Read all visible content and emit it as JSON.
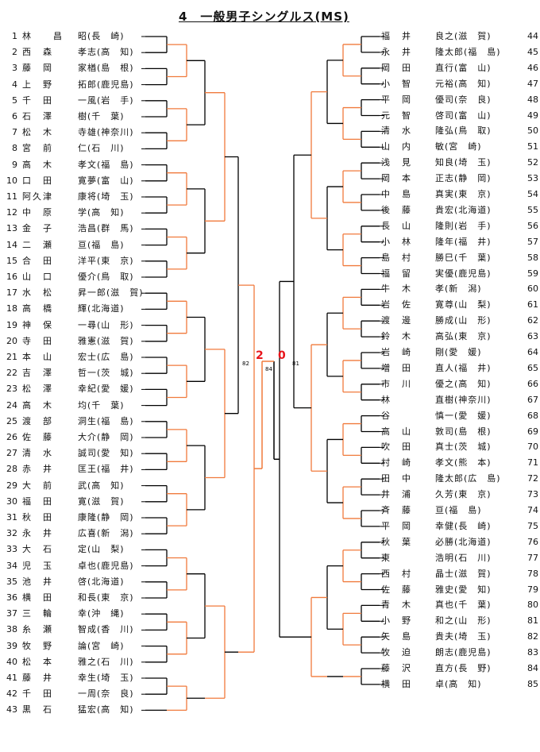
{
  "title": "4　一般男子シングルス(MS)",
  "left_players": [
    {
      "no": "1",
      "name": "林　　昌",
      "pref": "昭(長　崎)"
    },
    {
      "no": "2",
      "name": "西　森",
      "pref": "孝志(高　知)"
    },
    {
      "no": "3",
      "name": "藤　岡",
      "pref": "家楢(島　根)"
    },
    {
      "no": "4",
      "name": "上　野",
      "pref": "拓郎(鹿児島)"
    },
    {
      "no": "5",
      "name": "千　田",
      "pref": "一風(岩　手)"
    },
    {
      "no": "6",
      "name": "石　澤",
      "pref": "樹(千　葉)"
    },
    {
      "no": "7",
      "name": "松　木",
      "pref": "寺雄(神奈川)"
    },
    {
      "no": "8",
      "name": "宮　前",
      "pref": "仁(石　川)"
    },
    {
      "no": "9",
      "name": "高　木",
      "pref": "孝文(福　島)"
    },
    {
      "no": "10",
      "name": "口　田",
      "pref": "寛夢(富　山)"
    },
    {
      "no": "11",
      "name": "阿久津",
      "pref": "康将(埼　玉)"
    },
    {
      "no": "12",
      "name": "中　原",
      "pref": "学(高　知)"
    },
    {
      "no": "13",
      "name": "金　子",
      "pref": "浩昌(群　馬)"
    },
    {
      "no": "14",
      "name": "二　瀬",
      "pref": "亘(福　島)"
    },
    {
      "no": "15",
      "name": "合　田",
      "pref": "洋平(東　京)"
    },
    {
      "no": "16",
      "name": "山　口",
      "pref": "優介(鳥　取)"
    },
    {
      "no": "17",
      "name": "水　松",
      "pref": "昇一郎(滋　賀)"
    },
    {
      "no": "18",
      "name": "高　橋",
      "pref": "輝(北海道)"
    },
    {
      "no": "19",
      "name": "神　保",
      "pref": "一尋(山　形)"
    },
    {
      "no": "20",
      "name": "寺　田",
      "pref": "雅憲(滋　賀)"
    },
    {
      "no": "21",
      "name": "本　山",
      "pref": "宏士(広　島)"
    },
    {
      "no": "22",
      "name": "吉　澤",
      "pref": "哲一(茨　城)"
    },
    {
      "no": "23",
      "name": "松　澤",
      "pref": "幸紀(愛　媛)"
    },
    {
      "no": "24",
      "name": "高　木",
      "pref": "均(千　葉)"
    },
    {
      "no": "25",
      "name": "渡　部",
      "pref": "洞生(福　島)"
    },
    {
      "no": "26",
      "name": "佐　藤",
      "pref": "大介(静　岡)"
    },
    {
      "no": "27",
      "name": "清　水",
      "pref": "誠司(愛　知)"
    },
    {
      "no": "28",
      "name": "赤　井",
      "pref": "匡王(福　井)"
    },
    {
      "no": "29",
      "name": "大　前",
      "pref": "武(高　知)"
    },
    {
      "no": "30",
      "name": "福　田",
      "pref": "寛(滋　賀)"
    },
    {
      "no": "31",
      "name": "秋　田",
      "pref": "康隆(静　岡)"
    },
    {
      "no": "32",
      "name": "永　井",
      "pref": "広喜(新　潟)"
    },
    {
      "no": "33",
      "name": "大　石",
      "pref": "定(山　梨)"
    },
    {
      "no": "34",
      "name": "児　玉",
      "pref": "卓也(鹿児島)"
    },
    {
      "no": "35",
      "name": "池　井",
      "pref": "啓(北海道)"
    },
    {
      "no": "36",
      "name": "横　田",
      "pref": "和長(東　京)"
    },
    {
      "no": "37",
      "name": "三　輪",
      "pref": "幸(沖　縄)"
    },
    {
      "no": "38",
      "name": "糸　瀬",
      "pref": "智成(香　川)"
    },
    {
      "no": "39",
      "name": "牧　野",
      "pref": "論(宮　崎)"
    },
    {
      "no": "40",
      "name": "松　本",
      "pref": "雅之(石　川)"
    },
    {
      "no": "41",
      "name": "藤　井",
      "pref": "幸生(埼　玉)"
    },
    {
      "no": "42",
      "name": "千　田",
      "pref": "一周(奈　良)"
    },
    {
      "no": "43",
      "name": "黒　石",
      "pref": "猛宏(高　知)"
    }
  ],
  "right_players": [
    {
      "no": "44",
      "name": "福　井",
      "pref": "良之(滋　賀)"
    },
    {
      "no": "45",
      "name": "永　井",
      "pref": "隆太郎(福　島)"
    },
    {
      "no": "46",
      "name": "岡　田",
      "pref": "直行(富　山)"
    },
    {
      "no": "47",
      "name": "小　智",
      "pref": "元裕(高　知)"
    },
    {
      "no": "48",
      "name": "平　岡",
      "pref": "優司(奈　良)"
    },
    {
      "no": "49",
      "name": "元　智",
      "pref": "啓司(富　山)"
    },
    {
      "no": "50",
      "name": "清　水",
      "pref": "隆弘(鳥　取)"
    },
    {
      "no": "51",
      "name": "山　内",
      "pref": "敏(宮　崎)"
    },
    {
      "no": "52",
      "name": "浅　見",
      "pref": "知良(埼　玉)"
    },
    {
      "no": "53",
      "name": "岡　本",
      "pref": "正志(静　岡)"
    },
    {
      "no": "54",
      "name": "中　島",
      "pref": "真実(東　京)"
    },
    {
      "no": "55",
      "name": "後　藤",
      "pref": "貴宏(北海道)"
    },
    {
      "no": "56",
      "name": "長　山",
      "pref": "隆則(岩　手)"
    },
    {
      "no": "57",
      "name": "小　林",
      "pref": "隆年(福　井)"
    },
    {
      "no": "58",
      "name": "島　村",
      "pref": "勝巳(千　葉)"
    },
    {
      "no": "59",
      "name": "福　留",
      "pref": "実優(鹿児島)"
    },
    {
      "no": "60",
      "name": "牛　木",
      "pref": "孝(新　潟)"
    },
    {
      "no": "61",
      "name": "岩　佐",
      "pref": "寛尊(山　梨)"
    },
    {
      "no": "62",
      "name": "渡　邊",
      "pref": "勝成(山　形)"
    },
    {
      "no": "63",
      "name": "鈴　木",
      "pref": "高弘(東　京)"
    },
    {
      "no": "64",
      "name": "岩　崎",
      "pref": "剛(愛　媛)"
    },
    {
      "no": "65",
      "name": "増　田",
      "pref": "直人(福　井)"
    },
    {
      "no": "66",
      "name": "市　川",
      "pref": "優之(高　知)"
    },
    {
      "no": "67",
      "name": "林",
      "pref": "直樹(神奈川)"
    },
    {
      "no": "68",
      "name": "谷",
      "pref": "慎一(愛　媛)"
    },
    {
      "no": "69",
      "name": "高　山",
      "pref": "敦司(島　根)"
    },
    {
      "no": "70",
      "name": "吹　田",
      "pref": "真士(茨　城)"
    },
    {
      "no": "71",
      "name": "村　崎",
      "pref": "孝文(熊　本)"
    },
    {
      "no": "72",
      "name": "田　中",
      "pref": "隆太郎(広　島)"
    },
    {
      "no": "73",
      "name": "井　浦",
      "pref": "久芳(東　京)"
    },
    {
      "no": "74",
      "name": "斉　藤",
      "pref": "亘(福　島)"
    },
    {
      "no": "75",
      "name": "平　岡",
      "pref": "幸健(長　崎)"
    },
    {
      "no": "76",
      "name": "秋　葉",
      "pref": "必勝(北海道)"
    },
    {
      "no": "77",
      "name": "東",
      "pref": "浩明(石　川)"
    },
    {
      "no": "78",
      "name": "西　村",
      "pref": "晶士(滋　賀)"
    },
    {
      "no": "79",
      "name": "佐　藤",
      "pref": "雅史(愛　知)"
    },
    {
      "no": "80",
      "name": "青　木",
      "pref": "真也(千　葉)"
    },
    {
      "no": "81",
      "name": "小　野",
      "pref": "和之(山　形)"
    },
    {
      "no": "82",
      "name": "矢　島",
      "pref": "貴夫(埼　玉)"
    },
    {
      "no": "83",
      "name": "牧　迫",
      "pref": "朗志(鹿児島)"
    },
    {
      "no": "84",
      "name": "藤　沢",
      "pref": "直方(長　野)"
    },
    {
      "no": "85",
      "name": "横　田",
      "pref": "卓(高　知)"
    }
  ],
  "final": {
    "left_match": "82",
    "right_match": "81",
    "final_match": "84"
  }
}
